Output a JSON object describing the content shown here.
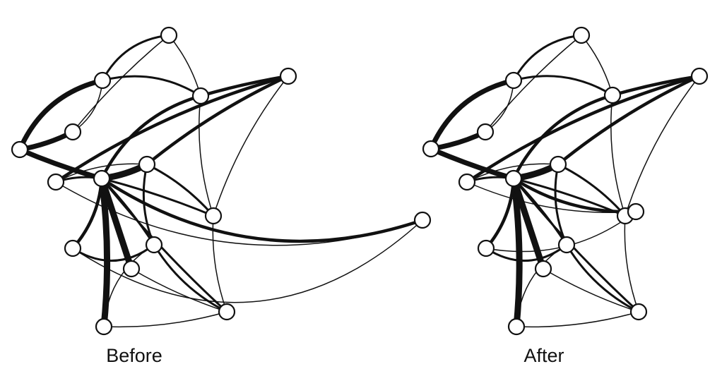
{
  "figure": {
    "panels": [
      {
        "id": "before",
        "label": "Before"
      },
      {
        "id": "after",
        "label": "After"
      }
    ],
    "colors": {
      "stroke": "#111111",
      "node_fill": "#ffffff",
      "background": "#ffffff"
    },
    "graph": {
      "node_count": 16,
      "edges": [
        {
          "from": "A",
          "to": "C",
          "weight": "heavy"
        },
        {
          "from": "A",
          "to": "B",
          "weight": "heavy"
        },
        {
          "from": "A",
          "to": "E",
          "weight": "heavy"
        },
        {
          "from": "B",
          "to": "C",
          "weight": "thin"
        },
        {
          "from": "B",
          "to": "D",
          "weight": "thin"
        },
        {
          "from": "C",
          "to": "D",
          "weight": "medium"
        },
        {
          "from": "C",
          "to": "H",
          "weight": "medium"
        },
        {
          "from": "D",
          "to": "H",
          "weight": "thin"
        },
        {
          "from": "E",
          "to": "H",
          "weight": "thick"
        },
        {
          "from": "E",
          "to": "M",
          "weight": "thick"
        },
        {
          "from": "E",
          "to": "P",
          "weight": "thick"
        },
        {
          "from": "E",
          "to": "J",
          "weight": "medium"
        },
        {
          "from": "E",
          "to": "G",
          "weight": "very-heavy"
        },
        {
          "from": "E",
          "to": "K",
          "weight": "medium"
        },
        {
          "from": "E",
          "to": "N",
          "weight": "very-heavy"
        },
        {
          "from": "E",
          "to": "L",
          "weight": "very-heavy"
        },
        {
          "from": "E",
          "to": "O",
          "weight": "medium"
        },
        {
          "from": "E",
          "to": "F",
          "weight": "medium"
        },
        {
          "from": "F",
          "to": "G",
          "weight": "thin"
        },
        {
          "from": "F",
          "to": "I",
          "weight": "thick"
        },
        {
          "from": "F",
          "to": "P",
          "weight": "thin"
        },
        {
          "from": "G",
          "to": "I",
          "weight": "thick"
        },
        {
          "from": "G",
          "to": "K",
          "weight": "medium"
        },
        {
          "from": "G",
          "to": "J",
          "weight": "medium"
        },
        {
          "from": "H",
          "to": "I",
          "weight": "thick"
        },
        {
          "from": "H",
          "to": "J",
          "weight": "thin"
        },
        {
          "from": "I",
          "to": "J",
          "weight": "thin"
        },
        {
          "from": "J",
          "to": "O",
          "weight": "thin"
        },
        {
          "from": "K",
          "to": "M",
          "weight": "medium"
        },
        {
          "from": "K",
          "to": "N",
          "weight": "thin"
        },
        {
          "from": "K",
          "to": "O",
          "weight": "medium"
        },
        {
          "from": "L",
          "to": "O",
          "weight": "thin"
        },
        {
          "from": "M",
          "to": "P",
          "weight": "thin"
        },
        {
          "from": "N",
          "to": "O",
          "weight": "thin"
        }
      ]
    }
  }
}
